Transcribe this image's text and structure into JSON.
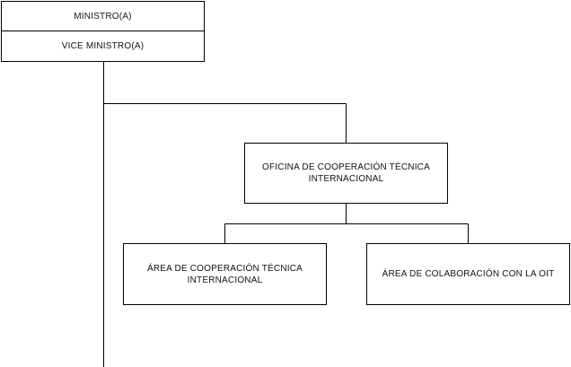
{
  "org_chart": {
    "nodes": {
      "ministro": "MINISTRO(A)",
      "vice_ministro": "VICE MINISTRO(A)",
      "oficina": "OFICINA DE COOPERACIÓN TÉCNICA INTERNACIONAL",
      "area_cooperacion": "ÁREA DE COOPERACIÓN TÉCNICA INTERNACIONAL",
      "area_oit": "ÁREA DE COLABORACIÓN CON LA OIT"
    },
    "line_color": "#000000",
    "box_border_color": "#000000",
    "text_color": "#111111"
  }
}
